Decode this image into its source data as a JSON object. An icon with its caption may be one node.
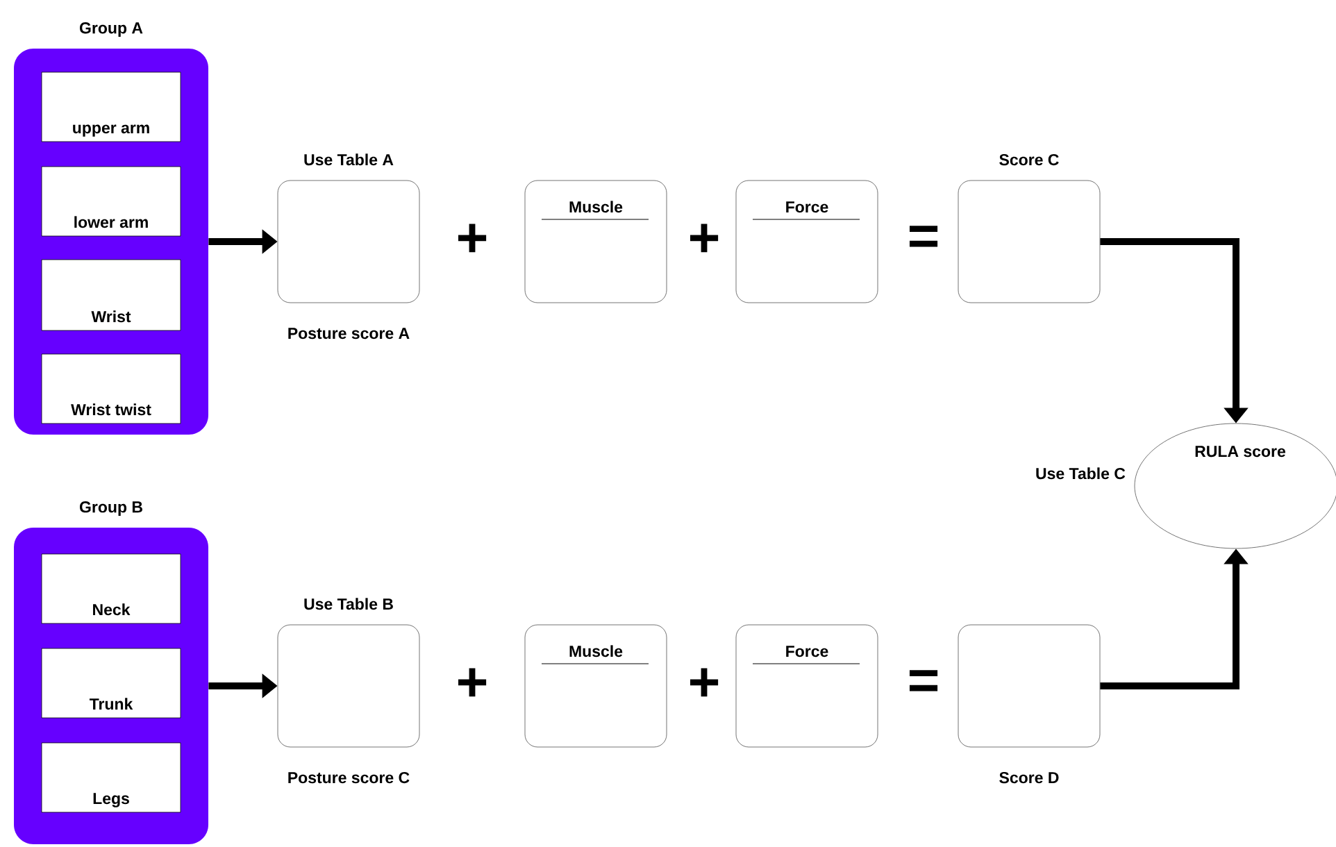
{
  "diagram": {
    "nodes": [
      {
        "text": [
          "Group A"
        ]
      },
      {
        "text": [
          "upper arm"
        ],
        "in": 0
      },
      {
        "text": [
          "lower arm"
        ],
        "in": 0
      },
      {
        "text": [
          "Wrist"
        ],
        "in": 0
      },
      {
        "text": [
          "Wrist twist"
        ],
        "in": 0
      },
      {
        "text": [
          "Use Table A"
        ],
        "beside": [
          "Posture score A"
        ]
      },
      {
        "text": [
          "Muscle"
        ]
      },
      {
        "text": [
          "Force"
        ]
      },
      {
        "text": [
          "Score C"
        ]
      },
      {
        "text": [
          "RULA score"
        ],
        "beside": [
          "Use Table C"
        ]
      },
      {
        "text": [
          "Group B"
        ]
      },
      {
        "text": [
          "Neck"
        ],
        "in": 10
      },
      {
        "text": [
          "Trunk"
        ],
        "in": 10
      },
      {
        "text": [
          "Legs"
        ],
        "in": 10
      },
      {
        "text": [
          "Use Table B"
        ],
        "beside": [
          "Posture score C"
        ]
      },
      {
        "text": [
          "Muscle"
        ]
      },
      {
        "text": [
          "Force"
        ]
      },
      {
        "text": [
          "Score D"
        ]
      }
    ],
    "edges": [
      {
        "from": 0,
        "to": 5,
        "arrow": "to"
      },
      {
        "from": 8,
        "to": 9,
        "arrow": "to"
      },
      {
        "from": 10,
        "to": 14,
        "arrow": "to"
      },
      {
        "from": 17,
        "to": 9,
        "arrow": "to"
      }
    ],
    "labels": [
      "+",
      "+",
      "=",
      "+",
      "+",
      "="
    ]
  }
}
